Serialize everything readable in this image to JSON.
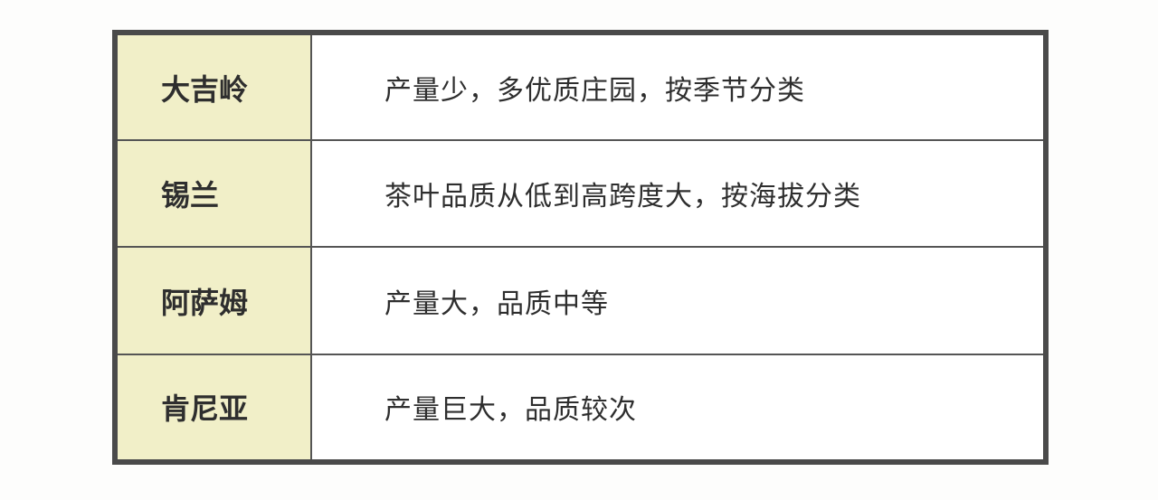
{
  "table": {
    "rows": [
      {
        "name": "大吉岭",
        "desc": "产量少，多优质庄园，按季节分类"
      },
      {
        "name": "锡兰",
        "desc": "茶叶品质从低到高跨度大，按海拔分类"
      },
      {
        "name": "阿萨姆",
        "desc": "产量大，品质中等"
      },
      {
        "name": "肯尼亚",
        "desc": "产量巨大，品质较次"
      }
    ]
  },
  "colors": {
    "border": "#4a4a4a",
    "name_cell_bg": "#f1efc8",
    "text": "#2e2e2e"
  }
}
